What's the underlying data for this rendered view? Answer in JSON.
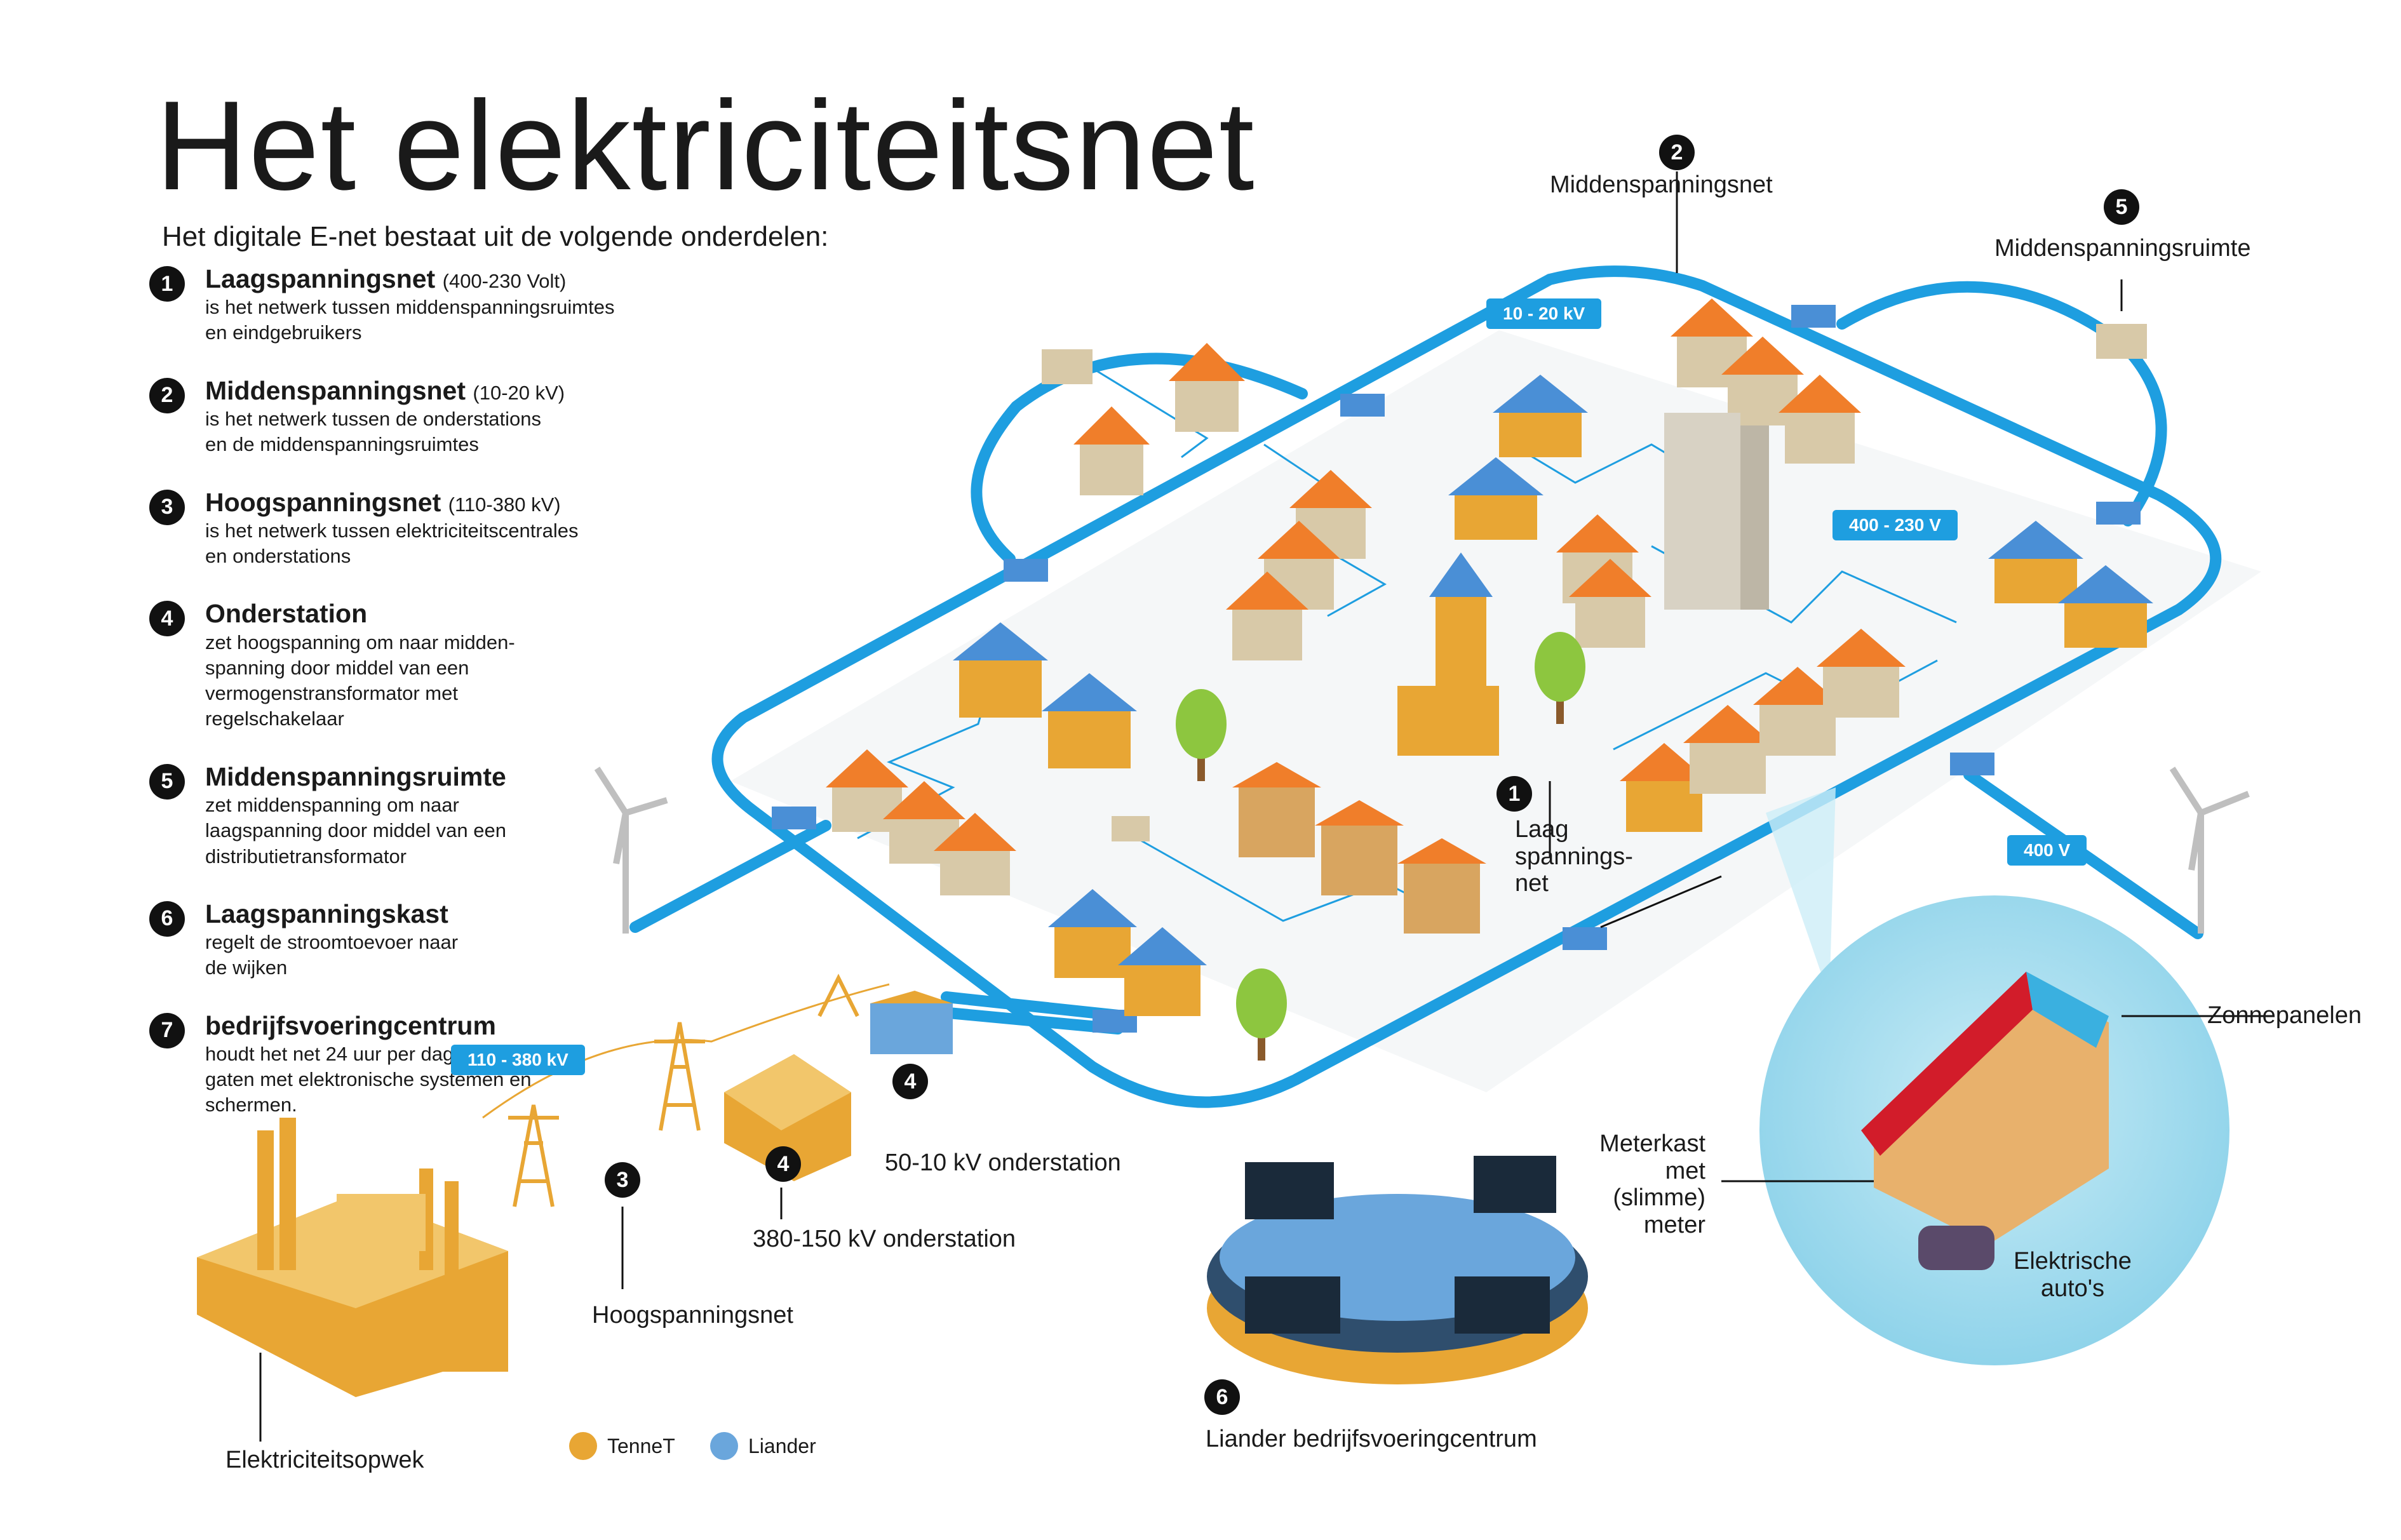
{
  "title": "Het elektriciteitsnet",
  "subtitle": "Het digitale E-net bestaat uit de volgende onderdelen:",
  "legend": [
    {
      "num": "1",
      "head": "Laagspanningsnet",
      "range": "(400-230 Volt)",
      "desc": "is het netwerk tussen middenspanningsruimtes\nen eindgebruikers"
    },
    {
      "num": "2",
      "head": "Middenspanningsnet",
      "range": "(10-20 kV)",
      "desc": "is het netwerk tussen de onderstations\nen de middenspanningsruimtes"
    },
    {
      "num": "3",
      "head": "Hoogspanningsnet",
      "range": "(110-380 kV)",
      "desc": "is het netwerk tussen elektriciteitscentrales\nen onderstations"
    },
    {
      "num": "4",
      "head": "Onderstation",
      "range": "",
      "desc": "zet hoogspanning om naar midden-\nspanning door middel van een\nvermogenstransformator met\nregelschakelaar"
    },
    {
      "num": "5",
      "head": "Middenspanningsruimte",
      "range": "",
      "desc": "zet middenspanning om naar\nlaagspanning door middel van een\ndistributietransformator"
    },
    {
      "num": "6",
      "head": "Laagspanningskast",
      "range": "",
      "desc": "regelt de stroomtoevoer naar\nde wijken"
    },
    {
      "num": "7",
      "head": "bedrijfsvoeringcentrum",
      "range": "",
      "desc": "houdt het net 24 uur per dag in de\ngaten met elektronische systemen en\nschermen."
    }
  ],
  "labels": {
    "midden_net": "Middenspanningsnet",
    "midden_ruimte": "Middenspanningsruimte",
    "laag_net": "Laag\nspannings-\nnet",
    "zonnepanelen": "Zonnepanelen",
    "meterkast": "Meterkast\nmet\n(slimme)\nmeter",
    "auto": "Elektrische\nauto's",
    "station_50": "50-10 kV onderstation",
    "station_380": "380-150 kV onderstation",
    "hoog_net": "Hoogspanningsnet",
    "opwek": "Elektriciteitsopwek",
    "centrum": "Liander bedrijfsvoeringcentrum"
  },
  "markers": {
    "n1": "1",
    "n2": "2",
    "n3": "3",
    "n4a": "4",
    "n4b": "4",
    "n5": "5",
    "n6": "6"
  },
  "pills": {
    "p1": "10 - 20 kV",
    "p2": "400 - 230 V",
    "p3": "400  V",
    "p4": "110 - 380 kV"
  },
  "key": [
    {
      "name": "TenneT",
      "color": "#e8a634"
    },
    {
      "name": "Liander",
      "color": "#6aa6dc"
    }
  ],
  "colors": {
    "cable": "#1e9ee0",
    "tennet": "#e8a634",
    "liander": "#6aa6dc",
    "roof": "#f07e2a"
  }
}
